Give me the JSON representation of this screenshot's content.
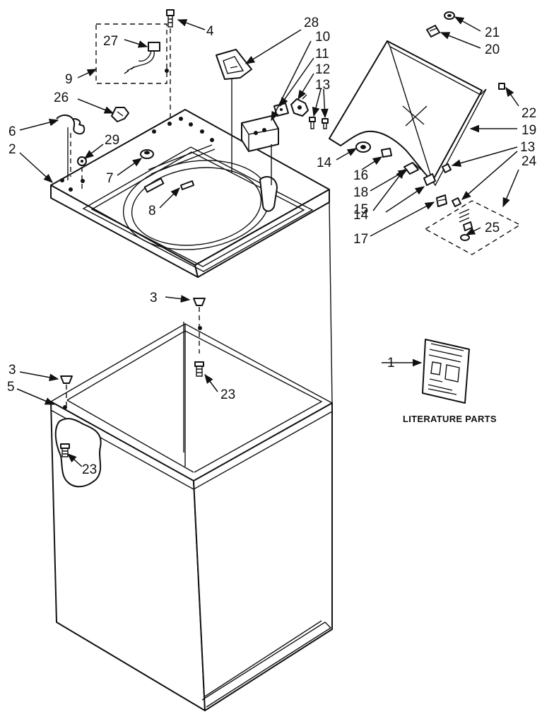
{
  "callouts": {
    "c1": "1",
    "c2": "2",
    "c3a": "3",
    "c3b": "3",
    "c4": "4",
    "c5": "5",
    "c6": "6",
    "c7": "7",
    "c8": "8",
    "c9": "9",
    "c10": "10",
    "c11": "11",
    "c12": "12",
    "c13a": "13",
    "c13b": "13",
    "c14a": "14",
    "c14b": "14",
    "c15": "15",
    "c16": "16",
    "c17": "17",
    "c18": "18",
    "c19": "19",
    "c20": "20",
    "c21": "21",
    "c22": "22",
    "c23a": "23",
    "c23b": "23",
    "c24": "24",
    "c25": "25",
    "c26": "26",
    "c27": "27",
    "c28": "28",
    "c29": "29"
  },
  "literature": {
    "caption": "LITERATURE PARTS"
  }
}
